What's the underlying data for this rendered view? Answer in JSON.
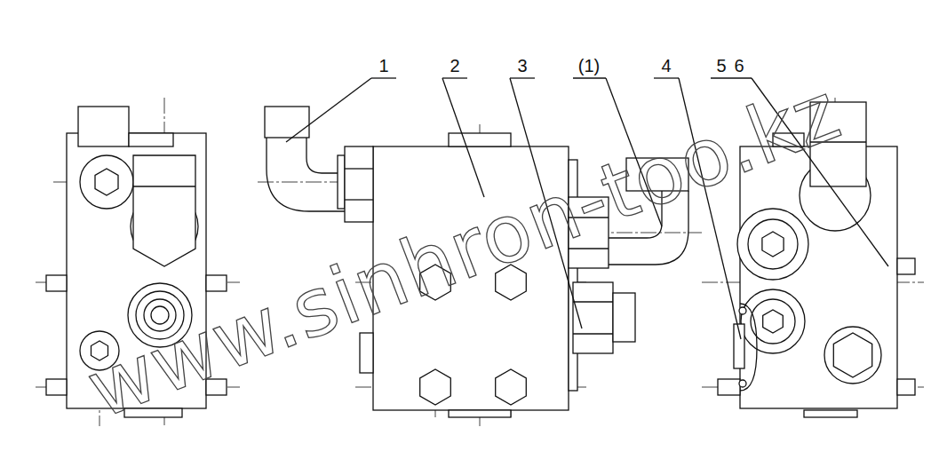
{
  "diagram": {
    "labels": [
      "1",
      "2",
      "3",
      "(1)",
      "4",
      "5",
      "6",
      "www.sinhron-too.kz"
    ]
  }
}
